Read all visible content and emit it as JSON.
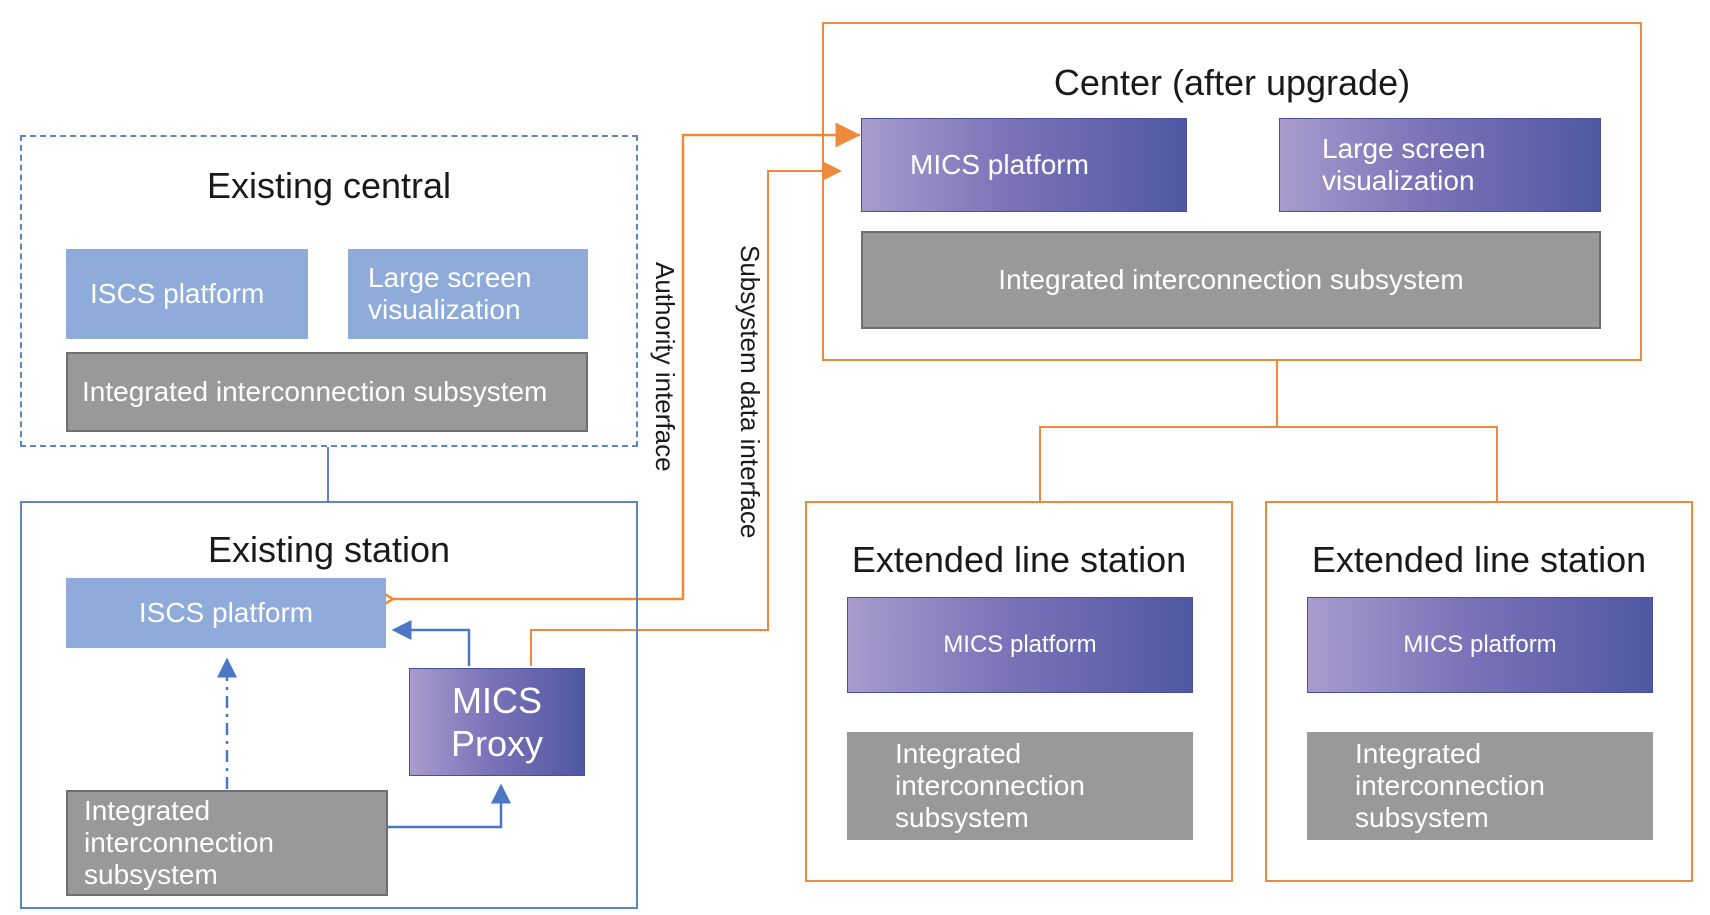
{
  "existing_central": {
    "title": "Existing central",
    "iscs": "ISCS platform",
    "large_screen": "Large screen visualization",
    "integrated": "Integrated interconnection subsystem"
  },
  "existing_station": {
    "title": "Existing station",
    "iscs": "ISCS platform",
    "mics_proxy": "MICS Proxy",
    "integrated": "Integrated interconnection subsystem"
  },
  "center": {
    "title": "Center (after upgrade)",
    "mics": "MICS platform",
    "large_screen": "Large screen visualization",
    "integrated": "Integrated interconnection subsystem"
  },
  "extended_stations": [
    {
      "title": "Extended line station",
      "mics": "MICS platform",
      "integrated": "Integrated interconnection subsystem"
    },
    {
      "title": "Extended line station",
      "mics": "MICS platform",
      "integrated": "Integrated interconnection subsystem"
    }
  ],
  "interfaces": {
    "authority": "Authority interface",
    "subsystem_data": "Subsystem data interface"
  },
  "colors": {
    "orange": "#ef8a3c",
    "blue": "#4a78c4",
    "light_blue": "#8eabd9",
    "gray": "#999999",
    "purple_start": "#a79ccd",
    "purple_end": "#4f58a4"
  }
}
